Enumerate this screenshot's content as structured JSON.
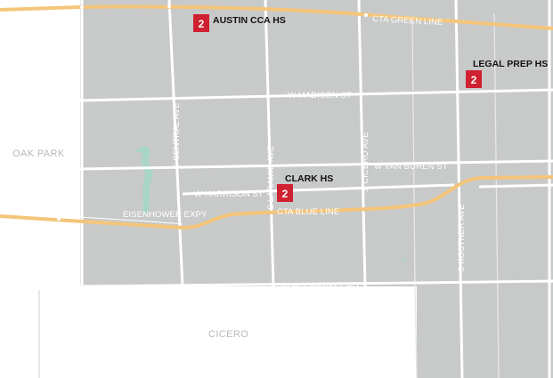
{
  "colors": {
    "land": "#c8c9c9",
    "street": "#ffffff",
    "rail": "#f4c57a",
    "park": "#a9d5c7",
    "badge": "#cf2130",
    "outside": "#ffffff"
  },
  "areas": {
    "oak_park": "OAK PARK",
    "cicero": "CICERO"
  },
  "streets": {
    "central": "S CENTRAL AVE",
    "laramie": "S LARAMIE AVE",
    "cicero_ave": "S CICERO AVE",
    "kostner": "S KOSTNER AVE",
    "madison": "W MADISON ST",
    "van_buren": "W VAN BUREN ST",
    "harrison": "W HARRISON ST",
    "roosevelt": "W ROOSEVELT RD",
    "eisenhower": "EISENHOWER EXPY"
  },
  "rail_lines": {
    "green": "CTA GREEN LINE",
    "blue": "CTA BLUE LINE"
  },
  "schools": [
    {
      "name": "AUSTIN CCA HS",
      "badge": "2"
    },
    {
      "name": "LEGAL PREP HS",
      "badge": "2"
    },
    {
      "name": "CLARK HS",
      "badge": "2"
    }
  ]
}
